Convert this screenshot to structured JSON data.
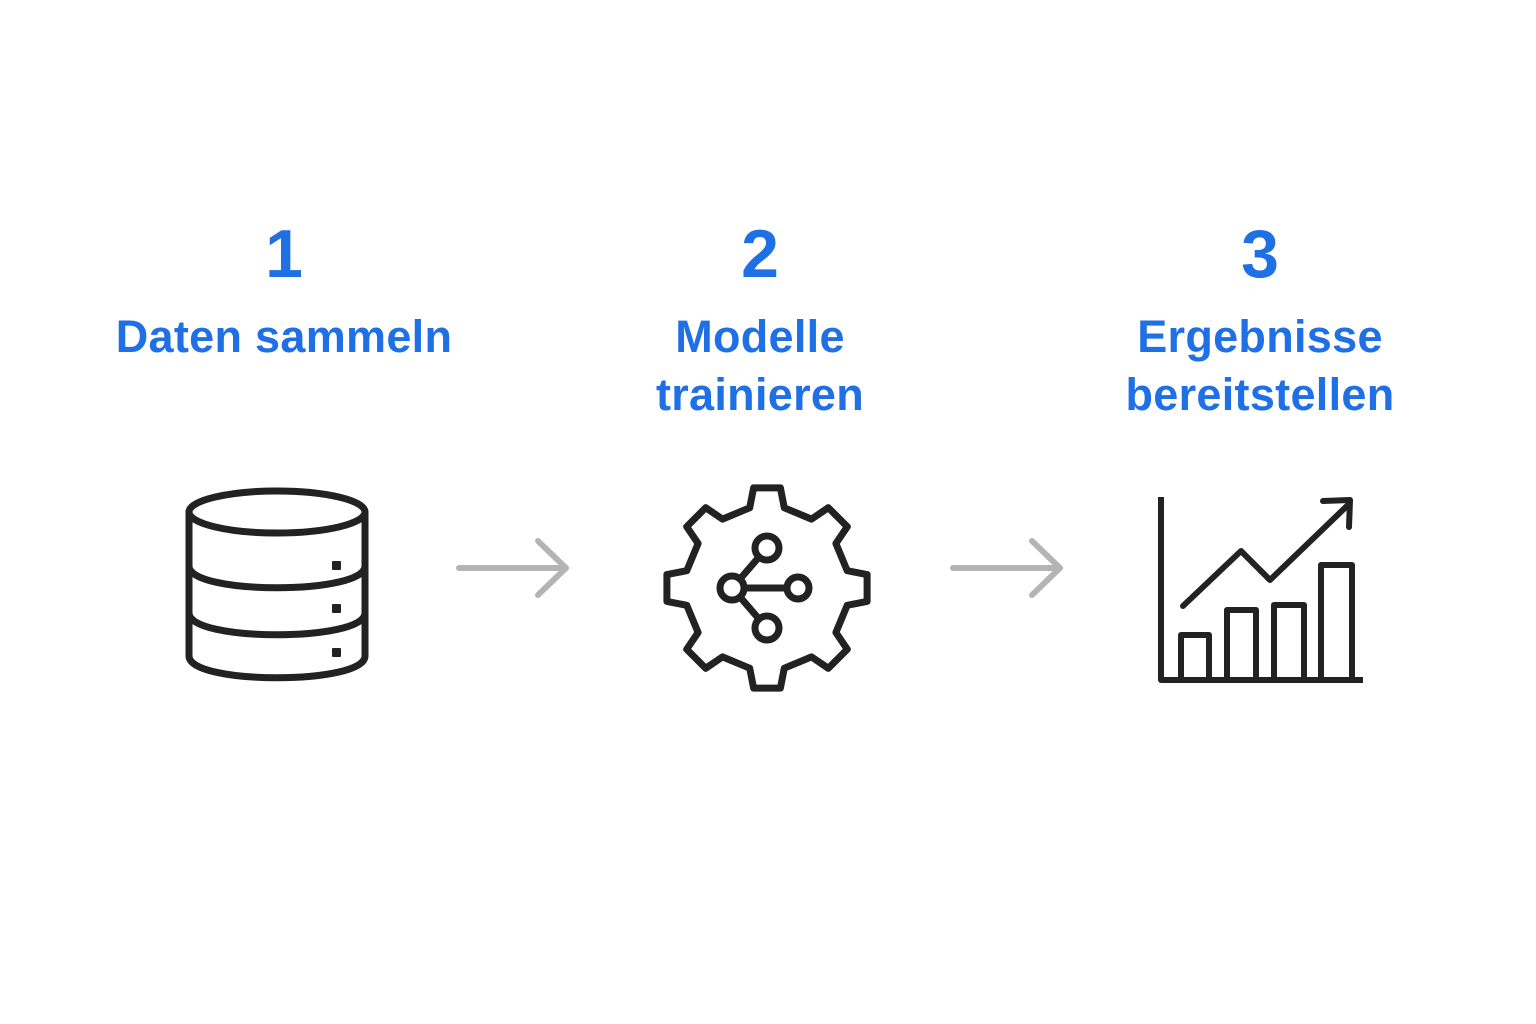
{
  "steps": [
    {
      "number": "1",
      "label": "Daten sammeln",
      "icon": "database-icon"
    },
    {
      "number": "2",
      "label": "Modelle trainieren",
      "icon": "gear-network-icon"
    },
    {
      "number": "3",
      "label": "Ergebnisse bereitstellen",
      "icon": "bar-chart-trend-icon"
    }
  ],
  "connectors": [
    "arrow-right-icon",
    "arrow-right-icon"
  ],
  "colors": {
    "accent": "#1f6fe5",
    "icon_stroke": "#222222",
    "arrow": "#b4b4b4",
    "background": "#ffffff"
  }
}
